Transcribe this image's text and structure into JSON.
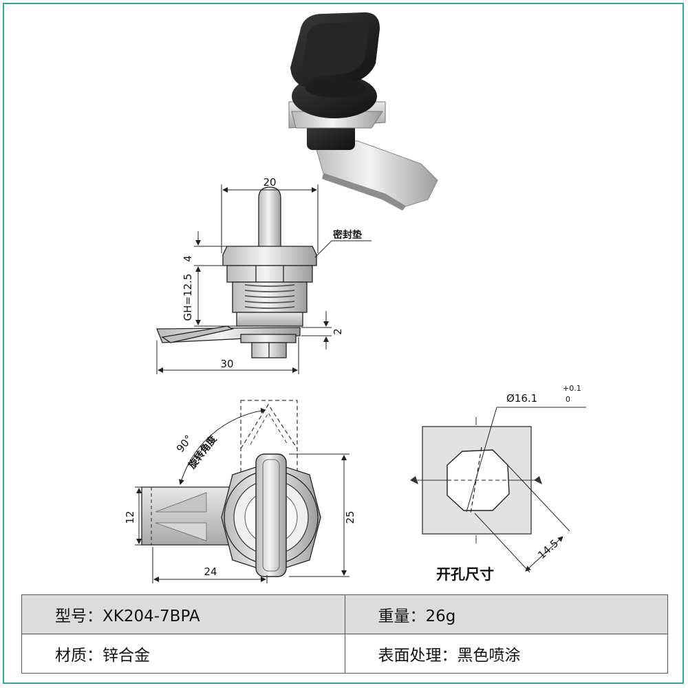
{
  "colors": {
    "frame_border": "#2aa89a",
    "table_shade": "#dcdcdc",
    "line": "#222222"
  },
  "drawing": {
    "side_view": {
      "dim_width": "20",
      "dim_length": "30",
      "dim_gh": "GH=12.5",
      "dim_4": "4",
      "dim_2": "2",
      "label_gasket": "密封垫"
    },
    "front_view": {
      "dim_angle": "90°",
      "label_rotation": "旋转角度",
      "dim_12": "12",
      "dim_25": "25",
      "dim_24": "24"
    },
    "cutout_view": {
      "dim_diameter": "Ø16.1",
      "tol_upper": "+0.1",
      "tol_lower": "0",
      "dim_flat": "14.5",
      "label_cutout": "开孔尺寸"
    }
  },
  "specs": {
    "model": "型号：XK204-7BPA",
    "weight": "重量：26g",
    "material": "材质：锌合金",
    "finish": "表面处理：黑色喷涂"
  }
}
